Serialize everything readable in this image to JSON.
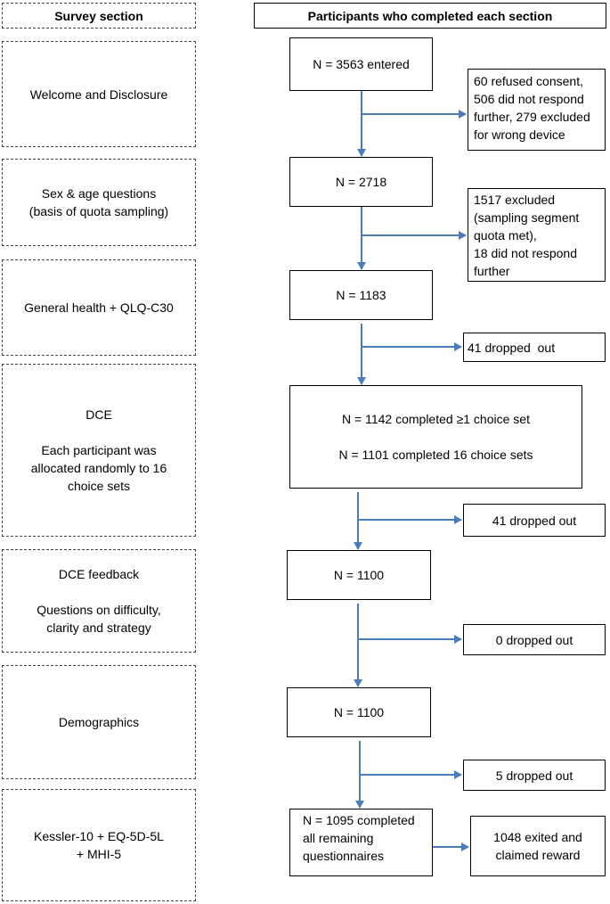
{
  "headers": {
    "left": "Survey section",
    "right": "Participants who completed each section"
  },
  "sections": [
    {
      "lines": [
        "Welcome and Disclosure"
      ]
    },
    {
      "lines": [
        "Sex & age questions",
        "(basis of quota sampling)"
      ]
    },
    {
      "lines": [
        "General health + QLQ-C30"
      ]
    },
    {
      "lines": [
        "DCE",
        "",
        "Each participant was",
        "allocated randomly to 16",
        "choice sets"
      ]
    },
    {
      "lines": [
        "DCE feedback",
        "",
        "Questions on difficulty,",
        "clarity and strategy"
      ]
    },
    {
      "lines": [
        "Demographics"
      ]
    },
    {
      "lines": [
        "Kessler-10 + EQ-5D-5L",
        "+ MHI-5"
      ]
    }
  ],
  "counts": [
    {
      "lines": [
        "N = 3563 entered"
      ]
    },
    {
      "lines": [
        "N = 2718"
      ]
    },
    {
      "lines": [
        "N = 1183"
      ]
    },
    {
      "lines": [
        "N = 1142 completed ≥1 choice set",
        "",
        "N = 1101 completed 16 choice sets"
      ]
    },
    {
      "lines": [
        "N = 1100"
      ]
    },
    {
      "lines": [
        "N = 1100"
      ]
    },
    {
      "lines": [
        "N = 1095 completed",
        "all remaining",
        "questionnaires"
      ]
    }
  ],
  "exclusions": [
    {
      "lines": [
        "60 refused consent,",
        "506 did not respond",
        "further, 279 excluded",
        "for wrong device"
      ]
    },
    {
      "lines": [
        "1517 excluded",
        "(sampling segment",
        "quota met),",
        "18 did not respond",
        "further"
      ]
    },
    {
      "lines": [
        "41 dropped  out"
      ]
    },
    {
      "lines": [
        "41 dropped out"
      ]
    },
    {
      "lines": [
        "0 dropped out"
      ]
    },
    {
      "lines": [
        "5 dropped out"
      ]
    }
  ],
  "final": {
    "lines": [
      "1048 exited and",
      "claimed reward"
    ]
  },
  "colors": {
    "arrow": "#4a7ebb"
  }
}
